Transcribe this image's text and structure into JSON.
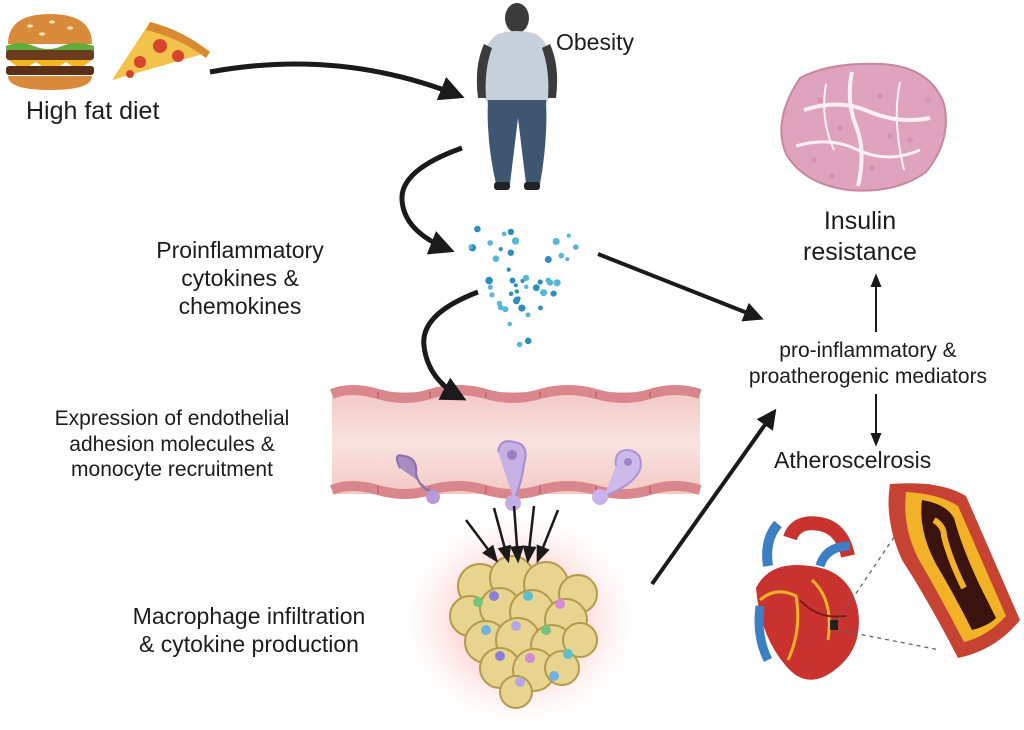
{
  "labels": {
    "high_fat_diet": "High fat diet",
    "obesity": "Obesity",
    "cytokines_line1": "Proinflammatory",
    "cytokines_line2": "cytokines &",
    "cytokines_line3": "chemokines",
    "endothelial_line1": "Expression of endothelial",
    "endothelial_line2": "adhesion molecules &",
    "endothelial_line3": "monocyte recruitment",
    "macrophage_line1": "Macrophage infiltration",
    "macrophage_line2": "& cytokine production",
    "insulin_line1": "Insulin",
    "insulin_line2": "resistance",
    "mediators_line1": "pro-inflammatory &",
    "mediators_line2": "proatherogenic mediators",
    "atherosclerosis": "Atheroscelrosis"
  },
  "icons": {
    "burger": "burger-icon",
    "pizza": "pizza-slice-icon",
    "person": "obese-person-icon",
    "particles": "cytokine-particles-icon",
    "vessel": "blood-vessel-icon",
    "adipose": "adipose-tissue-icon",
    "muscle": "muscle-tissue-icon",
    "heart": "heart-icon",
    "artery": "plaque-artery-icon"
  },
  "colors": {
    "arrow": "#1a1a1a",
    "vessel_wall": "#d9868c",
    "vessel_lumen": "#f6d9d6",
    "monocyte": "#b79ad6",
    "adipocyte": "#e6d48f",
    "glow": "#ff6b6b",
    "particle": "#2e8fbf",
    "muscle": "#dd9db8",
    "heart": "#c8332f",
    "plaque": "#f2b227"
  }
}
